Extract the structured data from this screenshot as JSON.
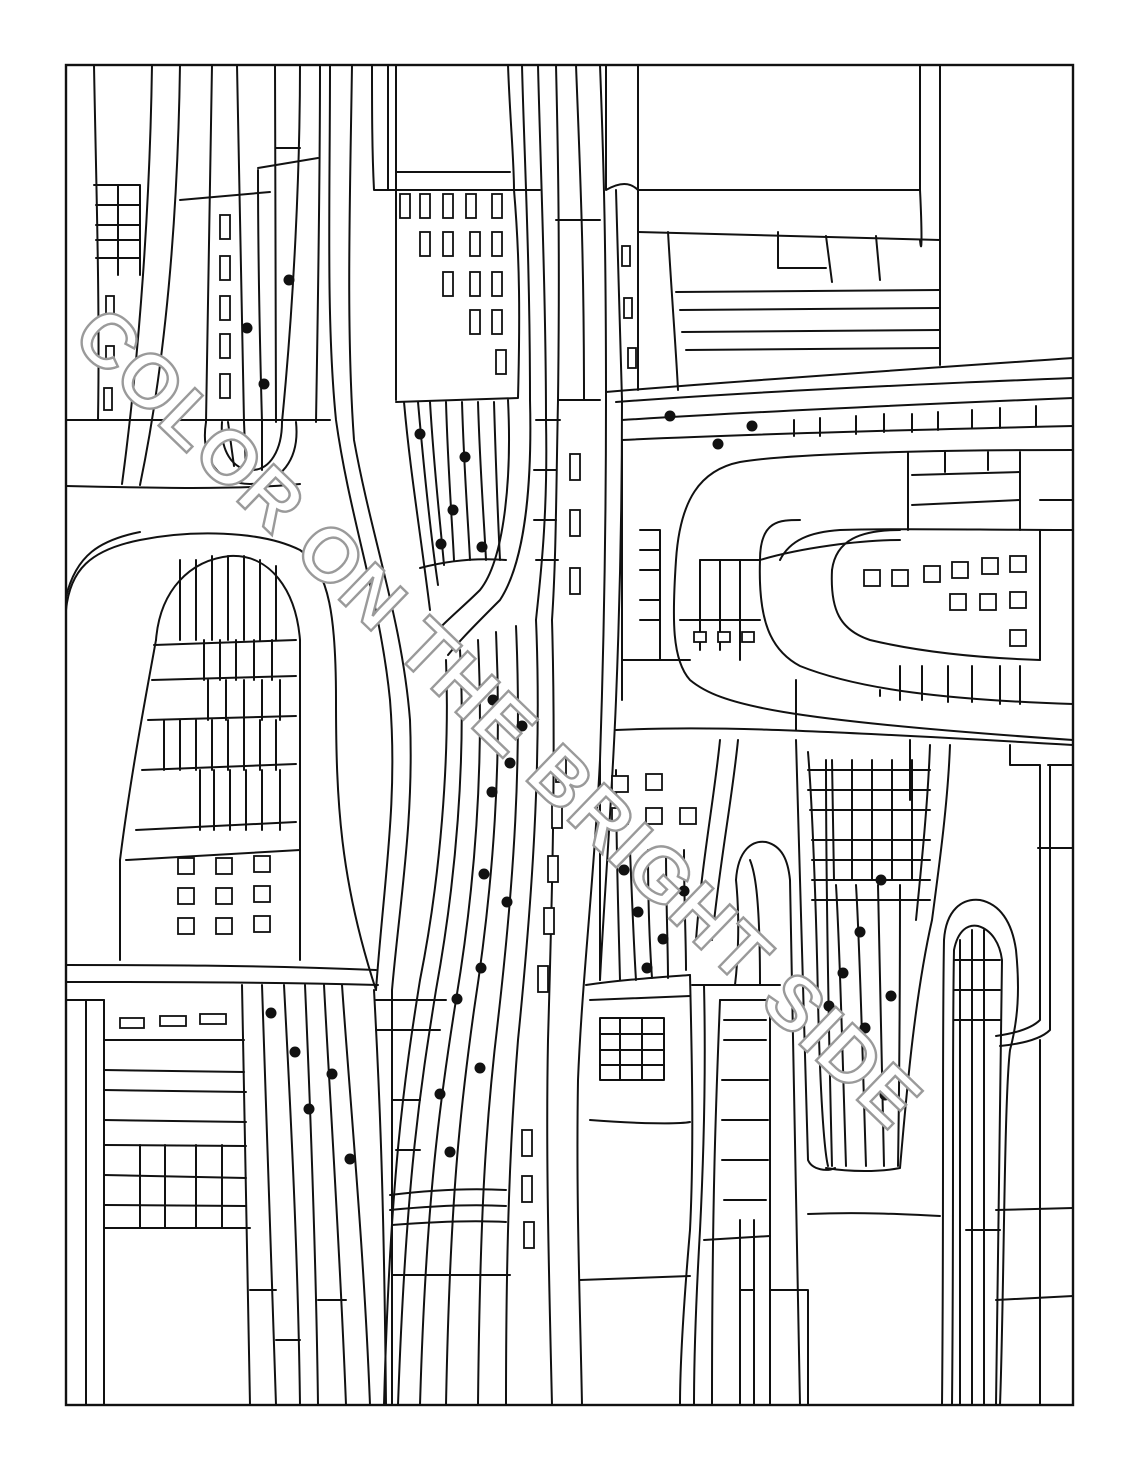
{
  "page": {
    "kind": "coloring-page",
    "subject": "abstract city map",
    "line_color": "#111111",
    "background_color": "#ffffff"
  },
  "watermark": {
    "text": "COLOR ON THE BRIGHT SIDE",
    "outline_color": "#9a9a9a"
  }
}
